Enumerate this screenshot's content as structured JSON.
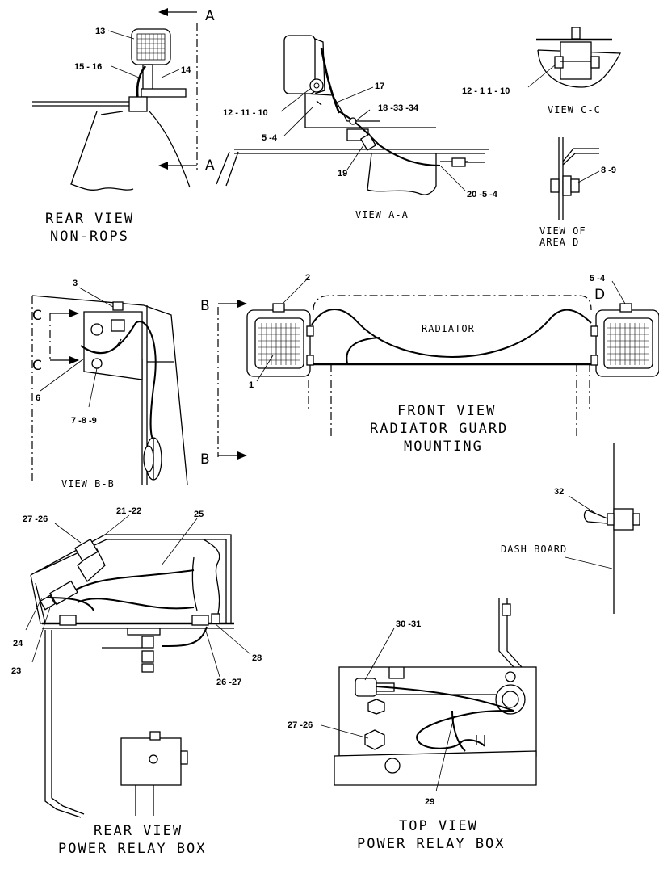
{
  "views": {
    "rear_non_rops": {
      "line1": "REAR VIEW",
      "line2": "NON-ROPS"
    },
    "view_aa": "VIEW A-A",
    "view_cc": "VIEW C-C",
    "view_area_d": {
      "line1": "VIEW OF",
      "line2": "AREA D"
    },
    "view_bb": "VIEW B-B",
    "front_view": {
      "line1": "FRONT VIEW",
      "line2": "RADIATOR GUARD",
      "line3": "MOUNTING"
    },
    "rear_relay": {
      "line1": "REAR VIEW",
      "line2": "POWER RELAY BOX"
    },
    "top_relay": {
      "line1": "TOP VIEW",
      "line2": "POWER RELAY BOX"
    }
  },
  "labels": {
    "radiator": "RADIATOR",
    "dash_board": "DASH BOARD"
  },
  "section_letters": {
    "a_top": "A",
    "a_bottom": "A",
    "b_top": "B",
    "b_bottom": "B",
    "c_top": "C",
    "c_bottom": "C",
    "d": "D"
  },
  "callouts": {
    "c13": "13",
    "c15_16": "15 - 16",
    "c14": "14",
    "c12_11_10_aa": "12 - 11 - 10",
    "c17": "17",
    "c18_33_34": "18 -33 -34",
    "c5_4_aa": "5 -4",
    "c19": "19",
    "c20_5_4": "20 -5 -4",
    "c12_11_10_cc": "12 - 1 1 - 10",
    "c8_9": "8 -9",
    "c3": "3",
    "c6": "6",
    "c7_8_9": "7 -8 -9",
    "c2": "2",
    "c1": "1",
    "c5_4_front": "5 -4",
    "c32": "32",
    "c27_26_rear": "27 -26",
    "c21_22": "21 -22",
    "c25": "25",
    "c24": "24",
    "c23": "23",
    "c28": "28",
    "c26_27": "26 -27",
    "c30_31": "30 -31",
    "c27_26_top": "27 -26",
    "c29": "29"
  }
}
